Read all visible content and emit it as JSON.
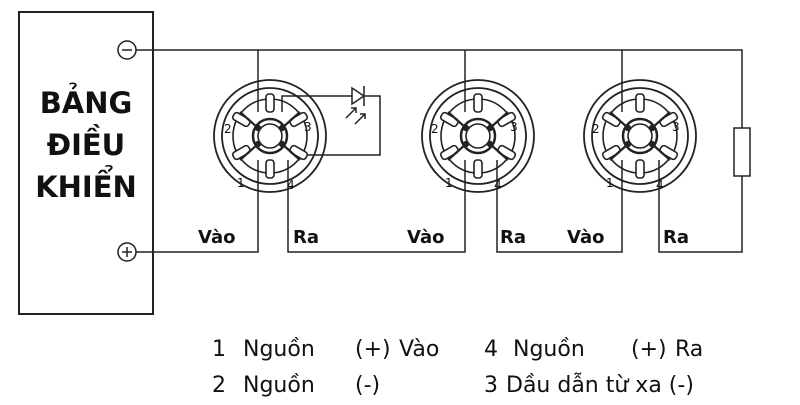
{
  "panel": {
    "title_lines": [
      "BẢNG",
      "ĐIỀU",
      "KHIỂN"
    ],
    "terminal_negative": "⊖",
    "terminal_positive": "⊕"
  },
  "detectors": [
    {
      "in_label": "Vào",
      "out_label": "Ra",
      "pins": [
        "1",
        "2",
        "3",
        "4"
      ]
    },
    {
      "in_label": "Vào",
      "out_label": "Ra",
      "pins": [
        "1",
        "2",
        "3",
        "4"
      ]
    },
    {
      "in_label": "Vào",
      "out_label": "Ra",
      "pins": [
        "1",
        "2",
        "3",
        "4"
      ]
    }
  ],
  "legend": [
    {
      "num": "1",
      "text": "Nguồn",
      "polarity": "(+)",
      "suffix": "Vào"
    },
    {
      "num": "4",
      "text": "Nguồn",
      "polarity": "(+)",
      "suffix": "Ra"
    },
    {
      "num": "2",
      "text": "Nguồn",
      "polarity": "(-)",
      "suffix": ""
    },
    {
      "num": "3",
      "text": "Dầu dẫn từ xa (-)",
      "polarity": "",
      "suffix": ""
    }
  ]
}
